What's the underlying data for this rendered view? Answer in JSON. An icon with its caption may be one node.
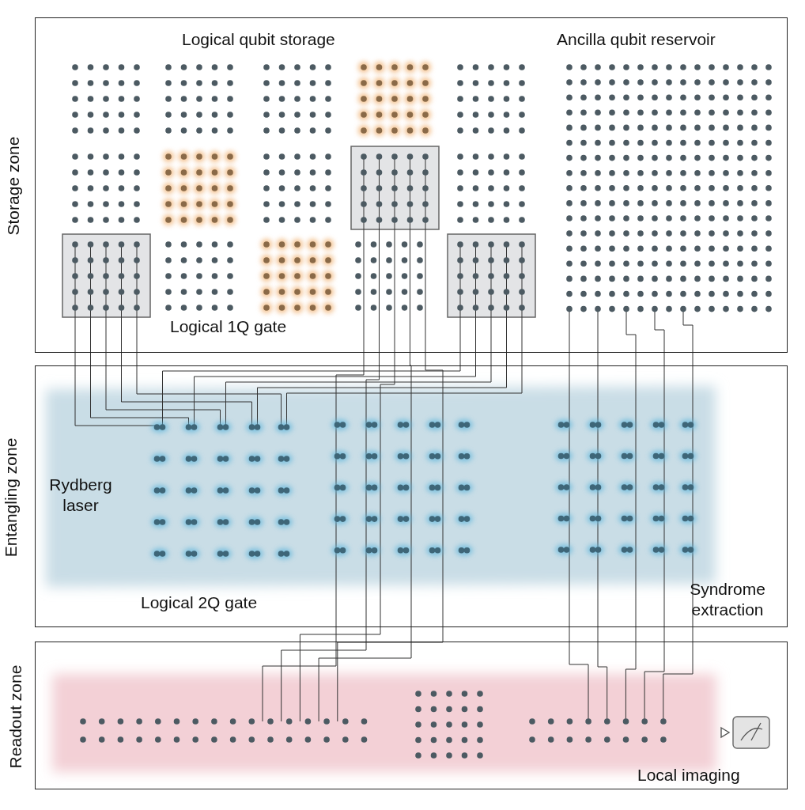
{
  "diagram": {
    "nodes": [
      {
        "text": [
          "Storage zone"
        ]
      },
      {
        "text": [
          "Entangling zone"
        ]
      },
      {
        "text": [
          "Readout zone"
        ]
      }
    ],
    "labels": [
      "Logical qubit storage",
      "Ancilla qubit reservoir",
      "Logical 1Q gate",
      "Rydberg laser",
      "Logical 2Q gate",
      "Syndrome extraction",
      "Local imaging"
    ]
  }
}
